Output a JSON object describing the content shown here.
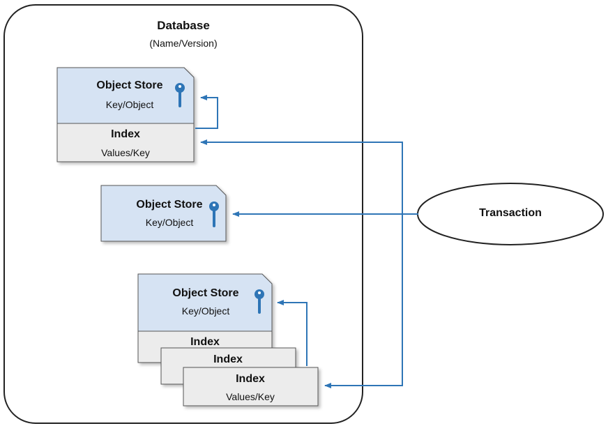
{
  "database": {
    "title": "Database",
    "subtitle": "(Name/Version)"
  },
  "store1": {
    "title": "Object Store",
    "sub": "Key/Object",
    "index_title": "Index",
    "index_sub": "Values/Key"
  },
  "store2": {
    "title": "Object Store",
    "sub": "Key/Object"
  },
  "store3": {
    "title": "Object Store",
    "sub": "Key/Object",
    "indexes": [
      {
        "title": "Index"
      },
      {
        "title": "Index"
      },
      {
        "title": "Index",
        "sub": "Values/Key"
      }
    ]
  },
  "transaction": {
    "label": "Transaction"
  },
  "colors": {
    "store_fill": "#d6e3f3",
    "index_fill": "#ececec",
    "arrow": "#2e75b6",
    "key_icon": "#2e75b6",
    "border": "#222222"
  }
}
